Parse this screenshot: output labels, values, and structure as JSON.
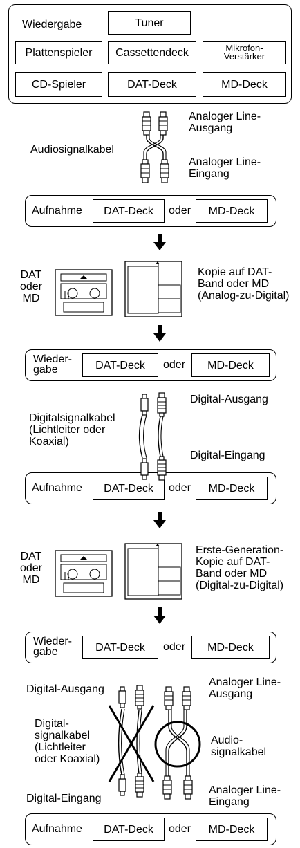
{
  "sources": {
    "wiedergabe_label": "Wiedergabe",
    "tuner": "Tuner",
    "plattenspieler": "Plattenspieler",
    "cassettendeck": "Cassettendeck",
    "mikrofon": "Mikrofon-\nVerstärker",
    "cd": "CD-Spieler",
    "dat": "DAT-Deck",
    "md": "MD-Deck"
  },
  "analog": {
    "out": "Analoger Line-\nAusgang",
    "cable": "Audiosignalkabel",
    "in": "Analoger Line-\nEingang"
  },
  "rec1": {
    "label": "Aufnahme",
    "dat": "DAT-Deck",
    "oder": "oder",
    "md": "MD-Deck"
  },
  "media1": {
    "label": "DAT\noder\nMD",
    "caption": "Kopie auf DAT-\nBand oder MD\n(Analog-zu-Digital)"
  },
  "play2": {
    "label": "Wieder-\ngabe",
    "dat": "DAT-Deck",
    "oder": "oder",
    "md": "MD-Deck"
  },
  "digital": {
    "out": "Digital-Ausgang",
    "cable": "Digitalsignalkabel\n(Lichtleiter oder\nKoaxial)",
    "in": "Digital-Eingang"
  },
  "rec2": {
    "label": "Aufnahme",
    "dat": "DAT-Deck",
    "oder": "oder",
    "md": "MD-Deck"
  },
  "media2": {
    "label": "DAT\noder\nMD",
    "caption": "Erste-Generation-\nKopie auf DAT-\nBand oder MD\n(Digital-zu-Digital)"
  },
  "play3": {
    "label": "Wieder-\ngabe",
    "dat": "DAT-Deck",
    "oder": "oder",
    "md": "MD-Deck"
  },
  "prohibited": {
    "digital_out": "Digital-Ausgang",
    "analog_out": "Analoger Line-\nAusgang",
    "digital_cable": "Digital-\nsignalkabel\n(Lichtleiter\noder Koaxial)",
    "audio_cable": "Audio-\nsignalkabel",
    "digital_in": "Digital-Eingang",
    "analog_in": "Analoger Line-\nEingang"
  },
  "rec3": {
    "label": "Aufnahme",
    "dat": "DAT-Deck",
    "oder": "oder",
    "md": "MD-Deck"
  }
}
